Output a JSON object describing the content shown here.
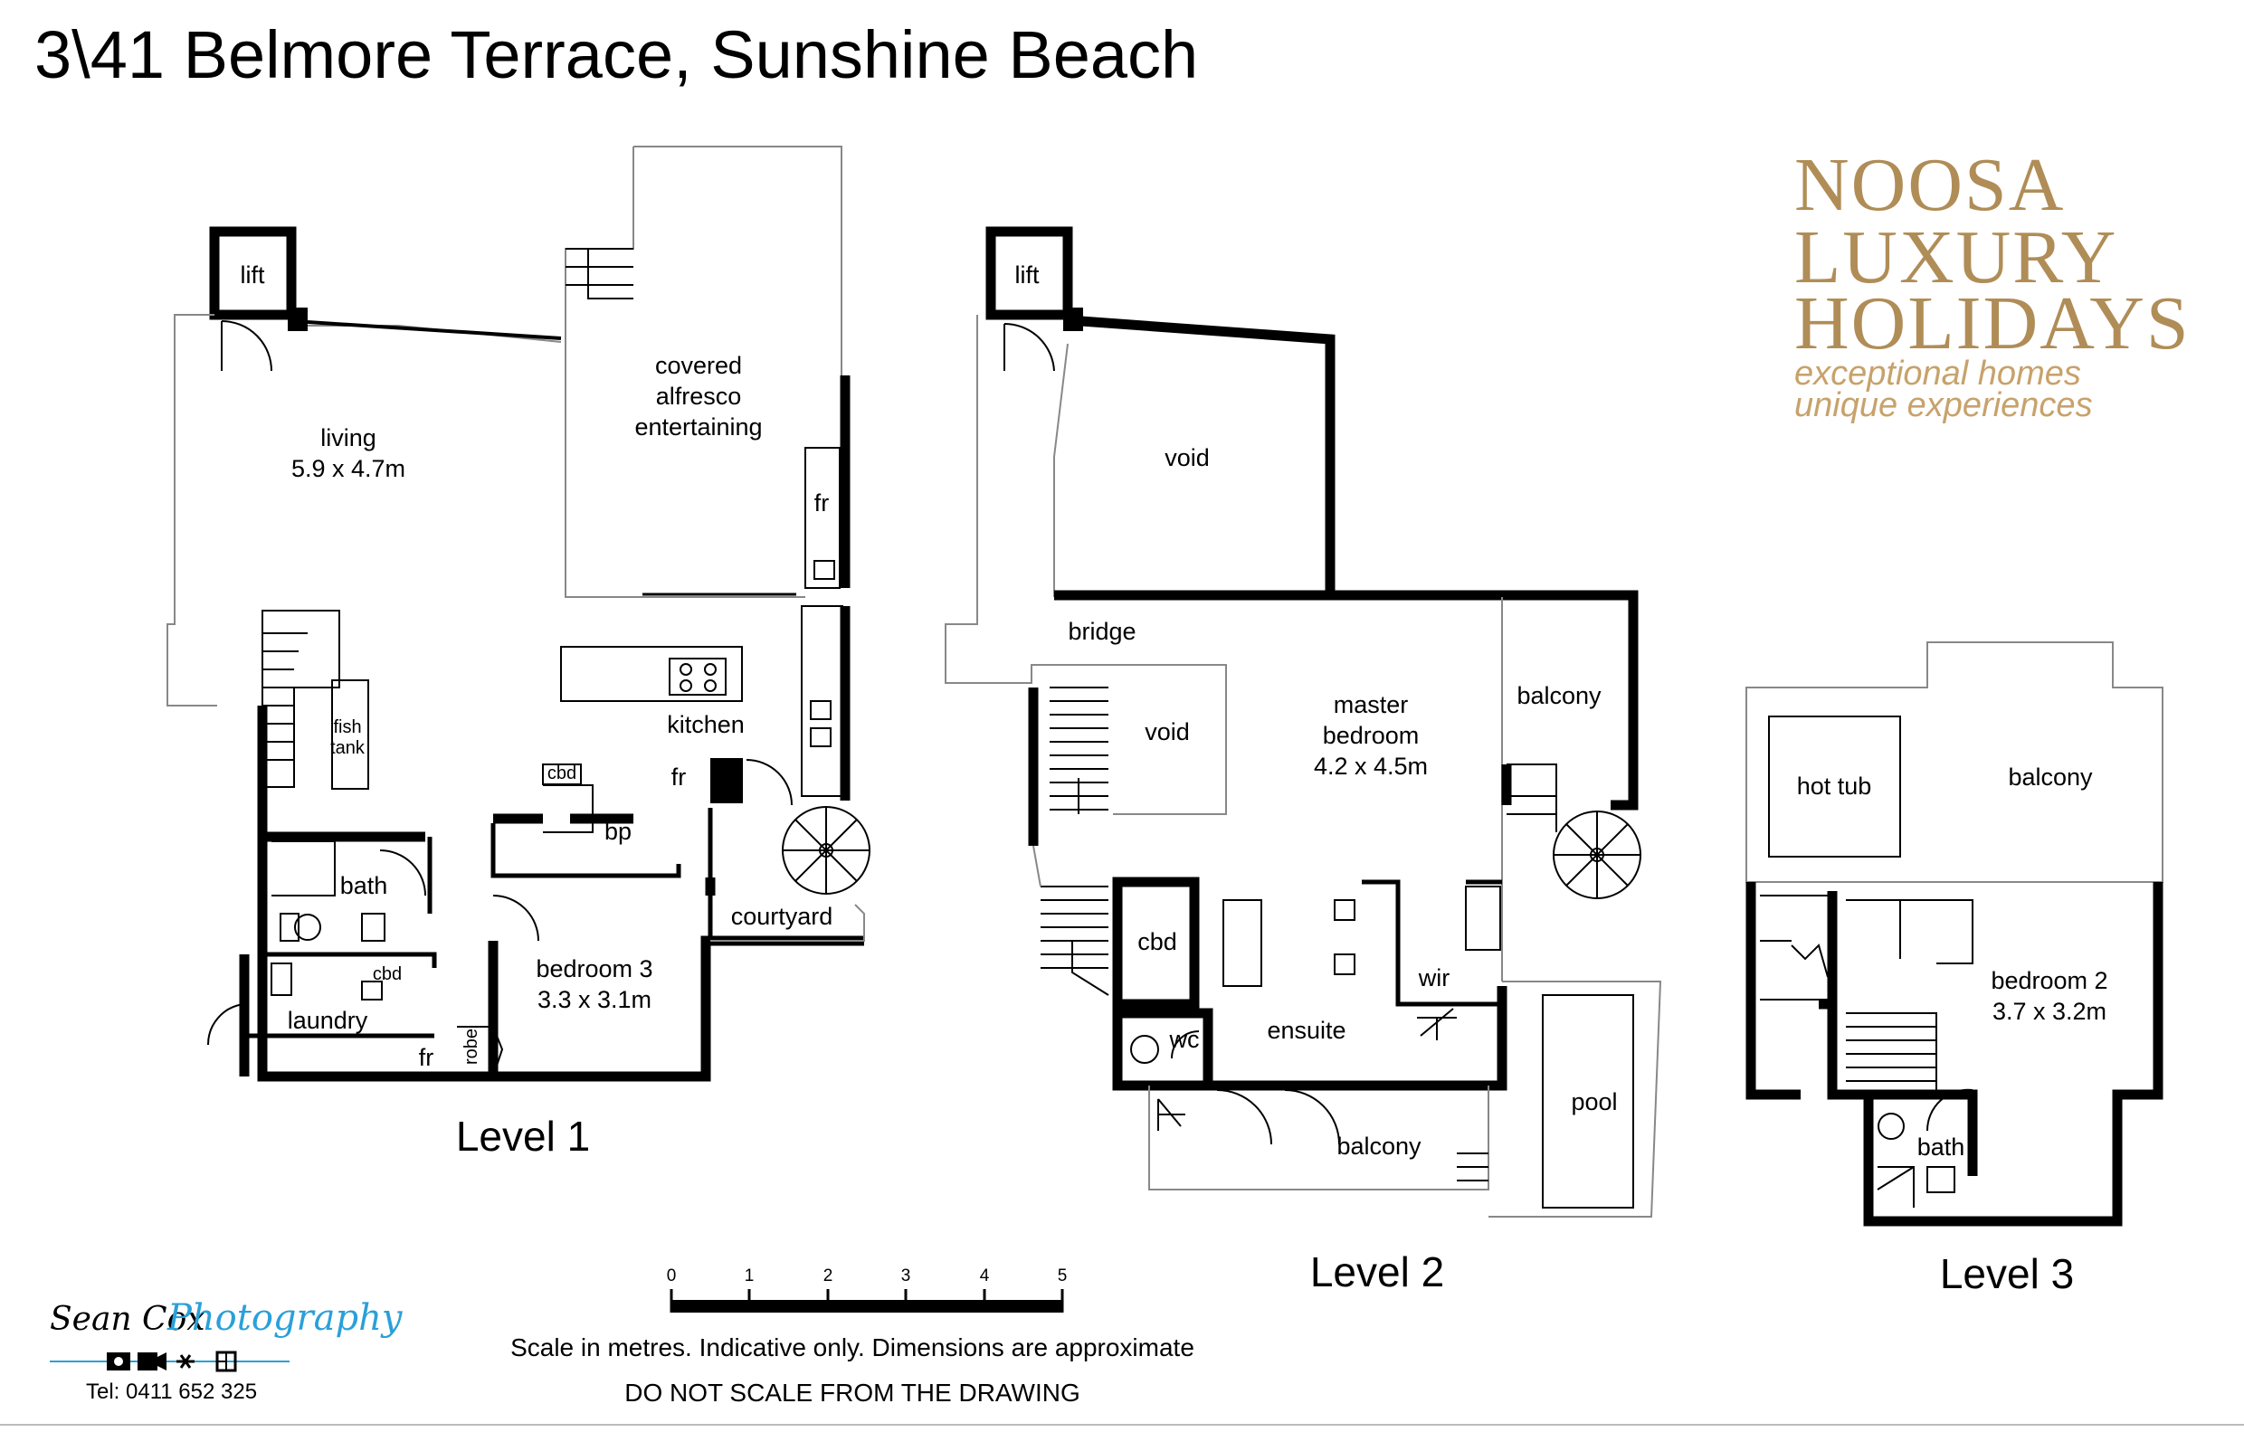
{
  "title": "3\\41 Belmore Terrace, Sunshine Beach",
  "brand": {
    "line1": "NOOSA",
    "line2": "LUXURY",
    "line3": "HOLIDAYS",
    "tagline1": "exceptional homes",
    "tagline2": "unique experiences",
    "color": "#b08d57"
  },
  "levels": {
    "level1": {
      "label": "Level 1",
      "lift": "lift",
      "living": "living",
      "living_dim": "5.9 x 4.7m",
      "alfresco1": "covered",
      "alfresco2": "alfresco",
      "alfresco3": "entertaining",
      "fr_top": "fr",
      "kitchen": "kitchen",
      "fr_kitchen": "fr",
      "fish1": "fish",
      "fish2": "tank",
      "cbd_top": "cbd",
      "bp": "bp",
      "bath": "bath",
      "courtyard": "courtyard",
      "cbd_laundry": "cbd",
      "bedroom3": "bedroom 3",
      "bedroom3_dim": "3.3 x 3.1m",
      "laundry": "laundry",
      "fr_laundry": "fr",
      "robe": "robe"
    },
    "level2": {
      "label": "Level 2",
      "lift": "lift",
      "void_top": "void",
      "bridge": "bridge",
      "void_mid": "void",
      "master": "master",
      "master2": "bedroom",
      "master_dim": "4.2 x 4.5m",
      "balcony_right": "balcony",
      "cbd": "cbd",
      "wir": "wir",
      "wc": "wc",
      "ensuite": "ensuite",
      "pool": "pool",
      "balcony_bottom": "balcony"
    },
    "level3": {
      "label": "Level 3",
      "hot_tub": "hot tub",
      "balcony": "balcony",
      "bedroom2": "bedroom 2",
      "bedroom2_dim": "3.7 x 3.2m",
      "bath": "bath"
    }
  },
  "scale": {
    "ticks": [
      "0",
      "1",
      "2",
      "3",
      "4",
      "5"
    ],
    "note": "Scale in metres. Indicative only. Dimensions are approximate",
    "warning": "DO NOT SCALE FROM THE DRAWING"
  },
  "photographer": {
    "name1": "Sean Cox",
    "name2": "Photography",
    "phone": "Tel: 0411 652 325"
  }
}
